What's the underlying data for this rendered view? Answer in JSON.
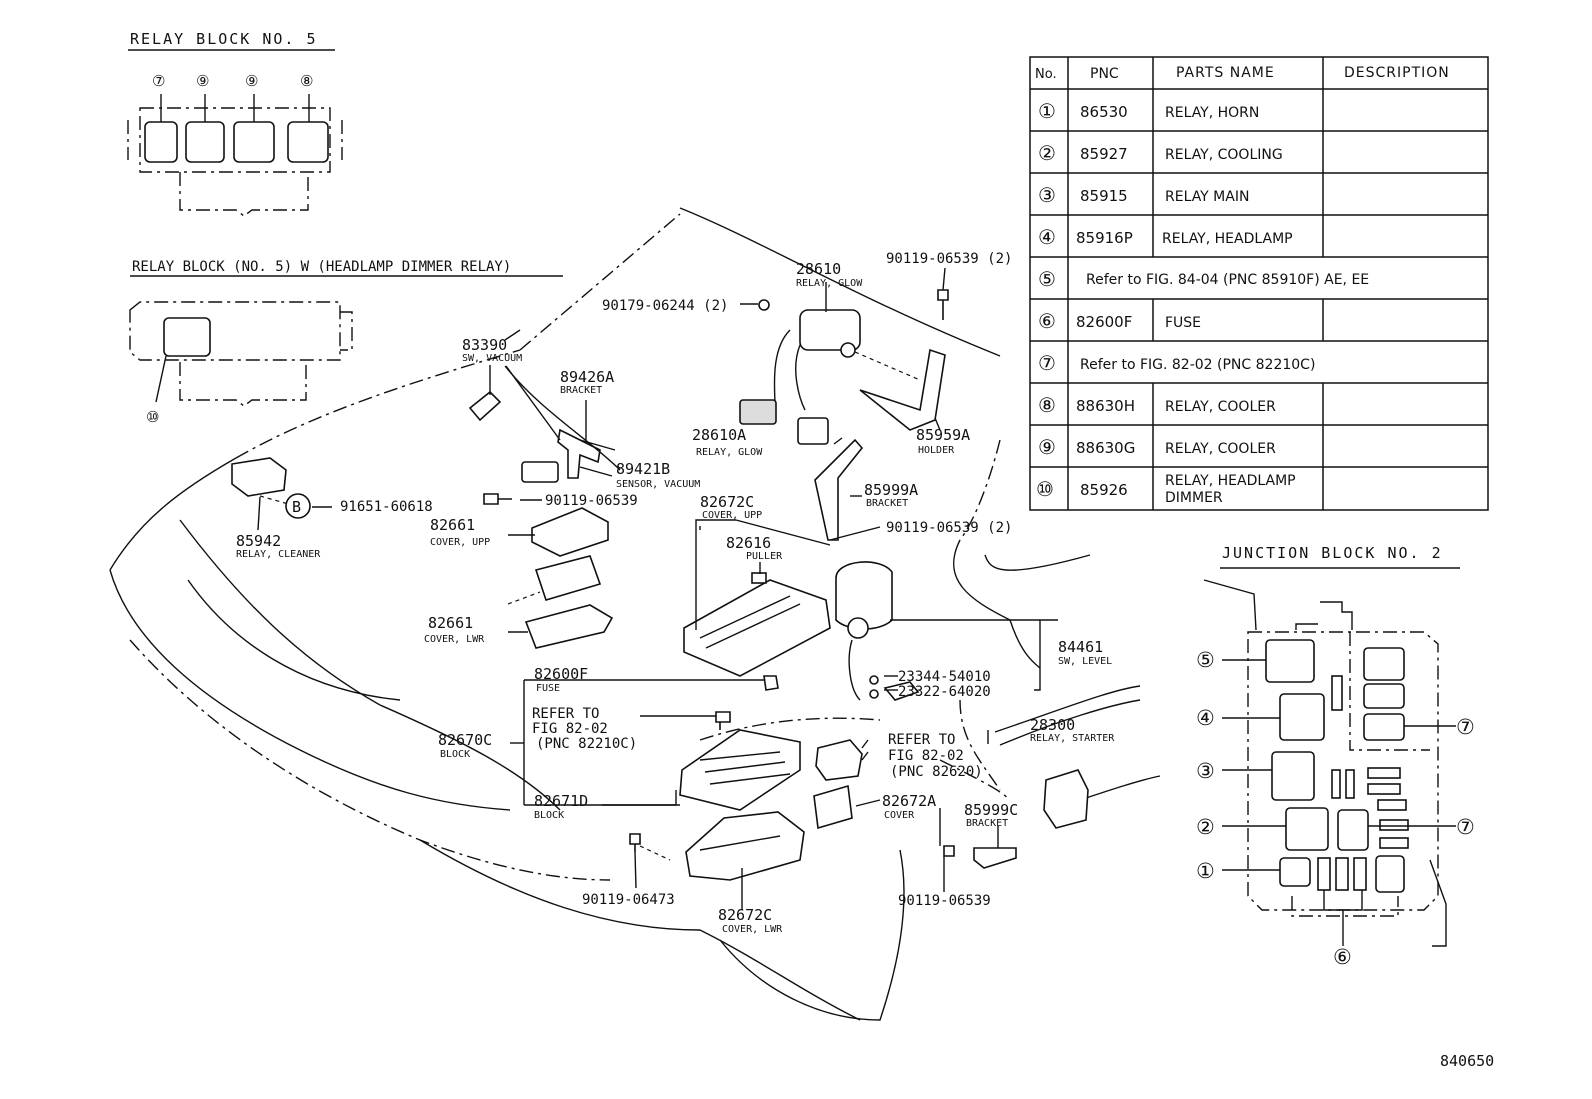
{
  "relay_block_5": {
    "title": "RELAY BLOCK NO. 5",
    "slots": [
      "⑦",
      "⑨",
      "⑨",
      "⑧"
    ]
  },
  "relay_block_5w": {
    "title": "RELAY BLOCK (NO. 5) W (HEADLAMP DIMMER RELAY)",
    "slot": "⑩"
  },
  "junction_block": {
    "title": "JUNCTION BLOCK NO. 2",
    "markers": [
      "⑤",
      "④",
      "③",
      "②",
      "①",
      "⑦",
      "⑦",
      "⑥"
    ]
  },
  "parts_table": {
    "headers": [
      "No.",
      "PNC",
      "PARTS NAME",
      "DESCRIPTION"
    ],
    "rows": [
      {
        "no": "①",
        "pnc": "86530",
        "name": "RELAY, HORN",
        "desc": ""
      },
      {
        "no": "②",
        "pnc": "85927",
        "name": "RELAY, COOLING",
        "desc": ""
      },
      {
        "no": "③",
        "pnc": "85915",
        "name": "RELAY MAIN",
        "desc": ""
      },
      {
        "no": "④",
        "pnc": "85916P",
        "name": "RELAY, HEADLAMP",
        "desc": ""
      },
      {
        "no": "⑤",
        "note": "Refer to FIG. 84-04 (PNC 85910F) AE, EE"
      },
      {
        "no": "⑥",
        "pnc": "82600F",
        "name": "FUSE",
        "desc": ""
      },
      {
        "no": "⑦",
        "note": "Refer to FIG. 82-02 (PNC 82210C)"
      },
      {
        "no": "⑧",
        "pnc": "88630H",
        "name": "RELAY, COOLER",
        "desc": ""
      },
      {
        "no": "⑨",
        "pnc": "88630G",
        "name": "RELAY, COOLER",
        "desc": ""
      },
      {
        "no": "⑩",
        "pnc": "85926",
        "name": "RELAY, HEADLAMP",
        "name2": "DIMMER",
        "desc": ""
      }
    ]
  },
  "callouts": {
    "p28610": {
      "num": "28610",
      "desc": "RELAY, GLOW"
    },
    "p90119a": {
      "num": "90119-06539 (2)"
    },
    "p90179": {
      "num": "90179-06244 (2)"
    },
    "p83390": {
      "num": "83390",
      "desc": "SW, VACUUM"
    },
    "p89426A": {
      "num": "89426A",
      "desc": "BRACKET"
    },
    "p28610A": {
      "num": "28610A",
      "desc": "RELAY, GLOW"
    },
    "p85959A": {
      "num": "85959A",
      "desc": "HOLDER"
    },
    "p89421B": {
      "num": "89421B",
      "desc": "SENSOR, VACUUM"
    },
    "p90119b": {
      "num": "90119-06539"
    },
    "p82672C": {
      "num": "82672C",
      "desc": "COVER, UPP"
    },
    "p85999A": {
      "num": "85999A",
      "desc": "BRACKET"
    },
    "p90119c": {
      "num": "90119-06539 (2)"
    },
    "pB": {
      "letter": "B",
      "num": "91651-60618"
    },
    "p85942": {
      "num": "85942",
      "desc": "RELAY, CLEANER"
    },
    "p82661a": {
      "num": "82661",
      "desc": "COVER, UPP"
    },
    "p82616": {
      "num": "82616",
      "desc": "PULLER"
    },
    "p82661b": {
      "num": "82661",
      "desc": "COVER, LWR"
    },
    "p84461": {
      "num": "84461",
      "desc": "SW, LEVEL"
    },
    "p23344": {
      "num": "23344-54010"
    },
    "p23322": {
      "num": "23322-64020"
    },
    "p82600F": {
      "num": "82600F",
      "desc": "FUSE"
    },
    "pRefer1": {
      "l1": "REFER TO",
      "l2": "FIG 82-02",
      "l3": "(PNC 82210C)"
    },
    "p82670C": {
      "num": "82670C",
      "desc": "BLOCK"
    },
    "p28300": {
      "num": "28300",
      "desc": "RELAY, STARTER"
    },
    "pRefer2": {
      "l1": "REFER TO",
      "l2": "FIG 82-02",
      "l3": "(PNC 82620)"
    },
    "p82671D": {
      "num": "82671D",
      "desc": "BLOCK"
    },
    "p82672A": {
      "num": "82672A",
      "desc": "COVER"
    },
    "p85999C": {
      "num": "85999C",
      "desc": "BRACKET"
    },
    "p90119d": {
      "num": "90119-06473"
    },
    "p82672C2": {
      "num": "82672C",
      "desc": "COVER, LWR"
    },
    "p90119e": {
      "num": "90119-06539"
    }
  },
  "figure_id": "840650"
}
